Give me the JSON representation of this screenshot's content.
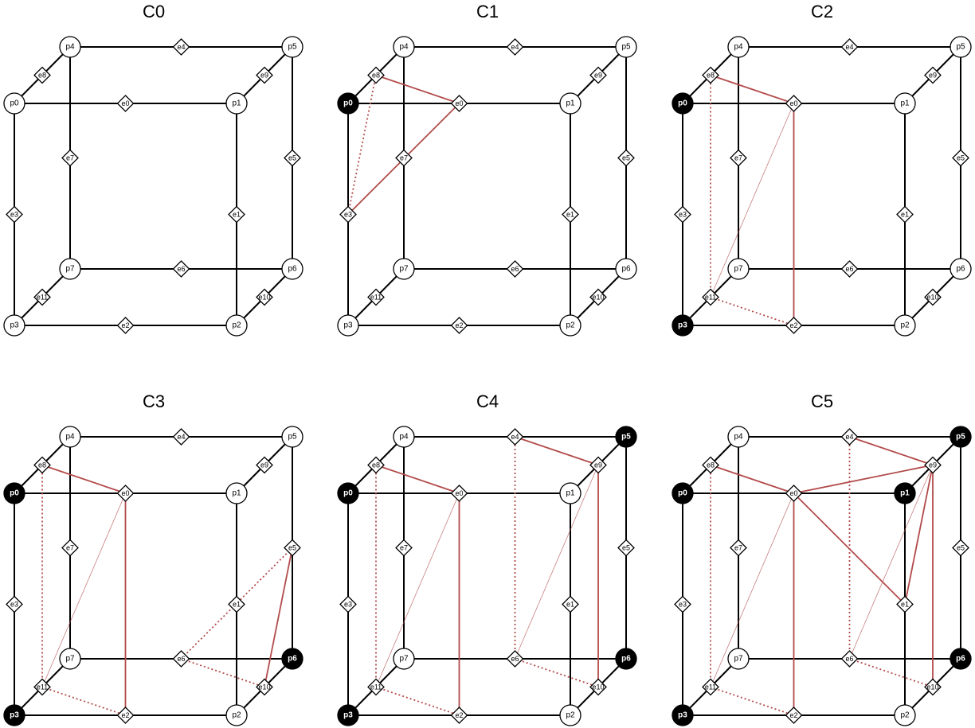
{
  "colors": {
    "edge": "#000000",
    "triangle": "#b34a4a",
    "active_vertex_fill": "#000000",
    "inactive_vertex_fill": "#ffffff"
  },
  "vertex_labels": [
    "p0",
    "p1",
    "p2",
    "p3",
    "p4",
    "p5",
    "p6",
    "p7"
  ],
  "edge_labels": [
    "e0",
    "e1",
    "e2",
    "e3",
    "e4",
    "e5",
    "e6",
    "e7",
    "e8",
    "e9",
    "e10",
    "e11"
  ],
  "panels": [
    {
      "title": "C0",
      "active_vertices": [],
      "triangle_edges": []
    },
    {
      "title": "C1",
      "active_vertices": [
        "p0"
      ],
      "triangle_edges": [
        [
          "e8",
          "e0",
          "solid"
        ],
        [
          "e0",
          "e3",
          "solid"
        ],
        [
          "e8",
          "e3",
          "dotted"
        ]
      ]
    },
    {
      "title": "C2",
      "active_vertices": [
        "p0",
        "p3"
      ],
      "triangle_edges": [
        [
          "e8",
          "e0",
          "solid"
        ],
        [
          "e0",
          "e2",
          "solid"
        ],
        [
          "e8",
          "e11",
          "dotted"
        ],
        [
          "e11",
          "e2",
          "dotted"
        ],
        [
          "e0",
          "e11",
          "thin"
        ]
      ]
    },
    {
      "title": "C3",
      "active_vertices": [
        "p0",
        "p3",
        "p6"
      ],
      "triangle_edges": [
        [
          "e8",
          "e0",
          "solid"
        ],
        [
          "e0",
          "e2",
          "solid"
        ],
        [
          "e8",
          "e11",
          "dotted"
        ],
        [
          "e11",
          "e2",
          "dotted"
        ],
        [
          "e0",
          "e11",
          "thin"
        ],
        [
          "e5",
          "e10",
          "solid"
        ],
        [
          "e6",
          "e5",
          "dotted"
        ],
        [
          "e6",
          "e10",
          "dotted"
        ]
      ]
    },
    {
      "title": "C4",
      "active_vertices": [
        "p0",
        "p3",
        "p5",
        "p6"
      ],
      "triangle_edges": [
        [
          "e8",
          "e0",
          "solid"
        ],
        [
          "e0",
          "e2",
          "solid"
        ],
        [
          "e8",
          "e11",
          "dotted"
        ],
        [
          "e11",
          "e2",
          "dotted"
        ],
        [
          "e0",
          "e11",
          "thin"
        ],
        [
          "e4",
          "e9",
          "solid"
        ],
        [
          "e9",
          "e10",
          "solid"
        ],
        [
          "e4",
          "e6",
          "dotted"
        ],
        [
          "e6",
          "e10",
          "dotted"
        ],
        [
          "e6",
          "e9",
          "thin"
        ]
      ]
    },
    {
      "title": "C5",
      "active_vertices": [
        "p0",
        "p1",
        "p3",
        "p5",
        "p6"
      ],
      "triangle_edges": [
        [
          "e8",
          "e0",
          "solid"
        ],
        [
          "e0",
          "e2",
          "solid"
        ],
        [
          "e8",
          "e11",
          "dotted"
        ],
        [
          "e11",
          "e2",
          "dotted"
        ],
        [
          "e0",
          "e11",
          "thin"
        ],
        [
          "e4",
          "e9",
          "solid"
        ],
        [
          "e0",
          "e9",
          "solid"
        ],
        [
          "e0",
          "e1",
          "solid"
        ],
        [
          "e1",
          "e9",
          "solid"
        ],
        [
          "e9",
          "e10",
          "solid"
        ],
        [
          "e4",
          "e6",
          "dotted"
        ],
        [
          "e6",
          "e10",
          "dotted"
        ],
        [
          "e6",
          "e9",
          "thin"
        ]
      ]
    }
  ]
}
